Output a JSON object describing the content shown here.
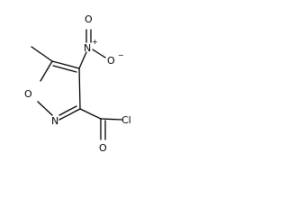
{
  "molecule": {
    "atoms": {
      "n_nitro": "N",
      "n_nitro_charge": "+",
      "o_nitro_top": "O",
      "o_nitro_right": "O",
      "o_nitro_right_charge": "−",
      "o_ring": "O",
      "n_ring": "N",
      "cl": "Cl",
      "o_carbonyl": "O"
    }
  }
}
